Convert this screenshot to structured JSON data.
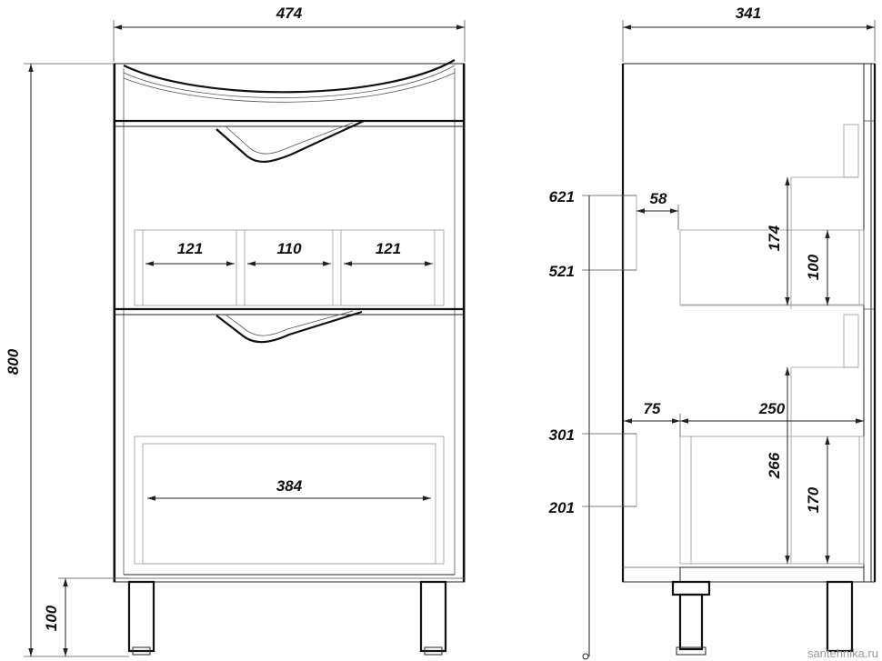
{
  "front_view": {
    "width": "474",
    "height": "800",
    "leg_height": "100",
    "upper_box_widths": [
      "121",
      "110",
      "121"
    ],
    "lower_box_width": "384"
  },
  "side_view": {
    "depth": "341",
    "upper_drawer_top": "621",
    "upper_drawer_bottom": "521",
    "upper_offset": "58",
    "upper_height_outer": "174",
    "upper_height_inner": "100",
    "lower_drawer_top": "301",
    "lower_drawer_bottom": "201",
    "lower_offset": "75",
    "lower_depth": "250",
    "lower_height_outer": "266",
    "lower_height_inner": "170"
  },
  "watermark": "santehnika.ru"
}
